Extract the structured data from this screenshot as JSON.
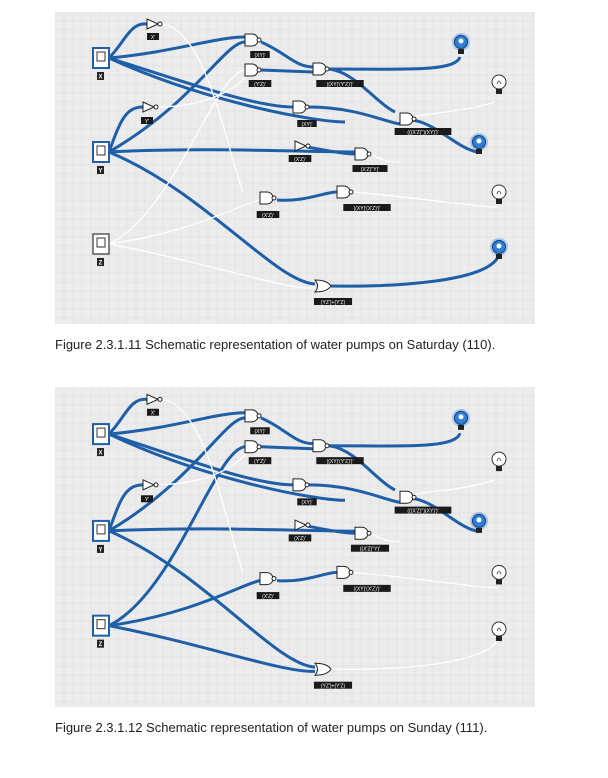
{
  "figures": [
    {
      "caption": "Figure 2.3.1.11 Schematic representation of water pumps on Saturday (110).",
      "inputs": [
        {
          "name": "X",
          "state": "on"
        },
        {
          "name": "Y",
          "state": "on"
        },
        {
          "name": "Z",
          "state": "off"
        }
      ],
      "not_labels": {
        "x": "X'",
        "y": "Y'"
      },
      "gate_labels": {
        "and_xy": "(XY)'",
        "and_yz": "(Y'Z)'",
        "nand1": "((XY)'(Y'Z)')'",
        "and_xy2": "(XY)'",
        "and_x2": "(X'Z)'",
        "nand_xzy": "(X'Z)''Y)'",
        "and_xz": "(X'Z)'",
        "nand2": "((XY)'(X'Z)')'",
        "big": "(((X'Z)'')(XY)')'",
        "or": "(YZ')+(Y'Z)"
      },
      "outputs": [
        "on",
        "off",
        "on",
        "off",
        "on"
      ]
    },
    {
      "caption": "Figure 2.3.1.12 Schematic representation of water pumps on Sunday (111).",
      "inputs": [
        {
          "name": "X",
          "state": "on"
        },
        {
          "name": "Y",
          "state": "on"
        },
        {
          "name": "Z",
          "state": "on"
        }
      ],
      "not_labels": {
        "x": "X'",
        "y": "Y'"
      },
      "gate_labels": {
        "and_xy": "(XY)'",
        "and_yz": "(Y'Z)'",
        "nand1": "((XY)'(Y'Z)')'",
        "and_xy2": "(XY)'",
        "and_x2": "(X'Z)'",
        "nand_xzy": "((X'Z)''Y)'",
        "and_xz": "(X'Z)'",
        "nand2": "((XY)'(X'Z)')'",
        "big": "(((X'Z)'')(XY)')'",
        "or": "(YZ')+(Y'Z)"
      },
      "outputs": [
        "on",
        "off",
        "on",
        "off",
        "off"
      ]
    }
  ],
  "colors": {
    "wire_on": "#1f5fa8",
    "wire_off": "#ffffff",
    "bulb_on": "#2f7fd6",
    "panel": "#ececec"
  }
}
